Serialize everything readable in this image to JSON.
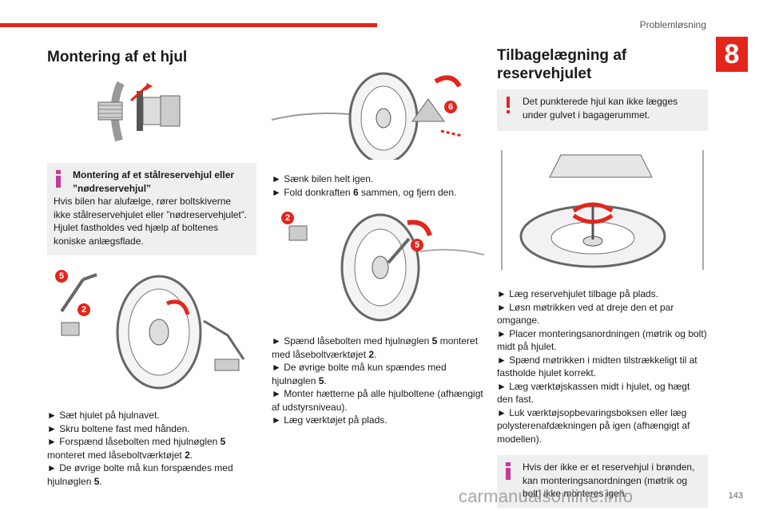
{
  "header": {
    "section_title": "Problemløsning",
    "chapter_number": "8",
    "page_number": "143"
  },
  "watermark": "carmanualsonline.info",
  "col1": {
    "title": "Montering af et hjul",
    "info_heading": "Montering af et stålreservehjul eller ”nødreservehjul”",
    "info_body": "Hvis bilen har alufælge, rører boltskiverne ikke stålreservehjulet eller ”nødreservehjulet”. Hjulet fastholdes ved hjælp af boltenes koniske anlægsflade.",
    "fig_labels": [
      "5",
      "2"
    ],
    "steps": [
      "► Sæt hjulet på hjulnavet.",
      "► Skru boltene fast med hånden.",
      "► Forspænd låsebolten med hjulnøglen ",
      "► De øvrige bolte må kun forspændes med hjulnøglen "
    ],
    "step3_bold": "5",
    "step3_rest": " monteret med låseboltværktøjet ",
    "step3_bold2": "2",
    "step3_end": ".",
    "step4_bold": "5",
    "step4_end": "."
  },
  "col2": {
    "fig1_label": "6",
    "steps_a": [
      "► Sænk bilen helt igen.",
      "► Fold donkraften "
    ],
    "step_a2_bold": "6",
    "step_a2_end": " sammen, og fjern den.",
    "fig2_labels": [
      "2",
      "5"
    ],
    "b1_start": "► Spænd låsebolten med hjulnøglen ",
    "b1_bold": "5",
    "b1_mid": " monteret med låseboltværktøjet ",
    "b1_bold2": "2",
    "b1_end": ".",
    "b2_start": "► De øvrige bolte må kun spændes med hjulnøglen ",
    "b2_bold": "5",
    "b2_end": ".",
    "b3": "► Monter hætterne på alle hjulboltene (afhængigt af udstyrsniveau).",
    "b4": "► Læg værktøjet på plads."
  },
  "col3": {
    "title": "Tilbagelægning af reservehjulet",
    "warning": "Det punkterede hjul kan ikke lægges under gulvet i bagagerummet.",
    "steps": [
      "► Læg reservehjulet tilbage på plads.",
      "► Løsn møtrikken ved at dreje den et par omgange.",
      "► Placer monteringsanordningen (møtrik og bolt) midt på hjulet.",
      "► Spænd møtrikken i midten tilstrækkeligt til at fastholde hjulet korrekt.",
      "► Læg værktøjskassen midt i hjulet, og hægt den fast.",
      "► Luk værktøjsopbevaringsboksen eller læg polysterenafdækningen på igen (afhængigt af modellen)."
    ],
    "info": "Hvis der ikke er et reservehjul i brønden, kan monteringsanordningen (møtrik og bolt) ikke monteres igen."
  },
  "colors": {
    "accent": "#e2261c",
    "info_marker": "#c53a9a",
    "box_bg": "#efefef"
  }
}
